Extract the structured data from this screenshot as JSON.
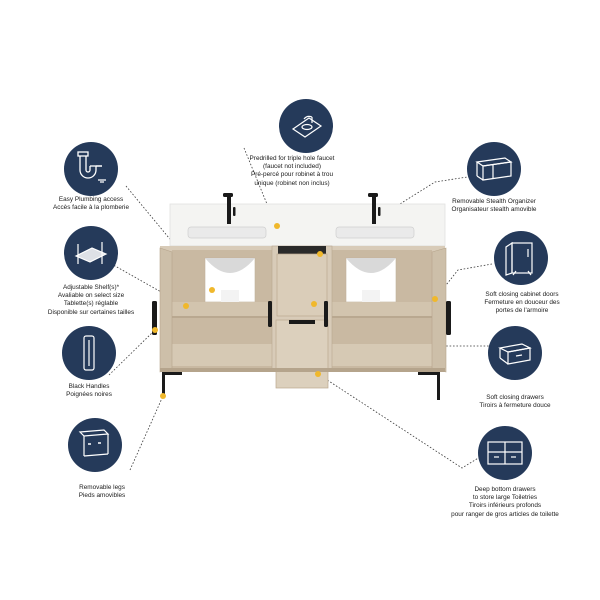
{
  "features": {
    "faucet": {
      "lines": [
        "Predrilled for triple hole faucet",
        "(faucet not included)",
        "Pré-percé pour robinet à trou",
        "unique (robinet non inclus)"
      ]
    },
    "plumbing": {
      "lines": [
        "Easy Plumbing access",
        "Accès facile à la plomberie"
      ]
    },
    "shelf": {
      "lines": [
        "Adjustable Shelf(s)*",
        "Avaliable on select size",
        "Tablette(s) réglable",
        "Disponible sur certaines tailles"
      ]
    },
    "handles": {
      "lines": [
        "Black Handles",
        "Poignées noires"
      ]
    },
    "legs": {
      "lines": [
        "Removable legs",
        "Pieds amovibles"
      ]
    },
    "organizer": {
      "lines": [
        "Removable Stealth Organizer",
        "Organisateur stealth amovible"
      ]
    },
    "cabinet_doors": {
      "lines": [
        "Soft closing cabinet doors",
        "Fermeture en douceur des",
        "portes de l'armoire"
      ]
    },
    "drawers": {
      "lines": [
        "Soft closing drawers",
        "Tiroirs à fermeture douce"
      ]
    },
    "deep_drawers": {
      "lines": [
        "Deep bottom drawers",
        "to store large Toiletries",
        "Tiroirs inférieurs profonds",
        "pour ranger de gros articles de toilette"
      ]
    }
  },
  "colors": {
    "circle": "#253a5a",
    "dot": "#f0b82c",
    "wood": "#d8cbb8",
    "countertop": "#f4f4f2",
    "hardware": "#1a1a1a"
  }
}
